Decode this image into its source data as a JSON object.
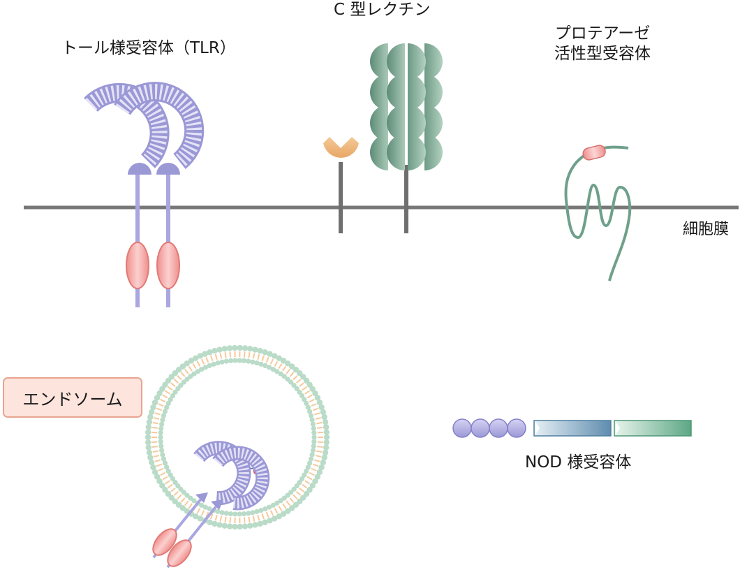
{
  "labels": {
    "tlr": "トール様受容体（TLR）",
    "c_type_lectin": "C 型レクチン",
    "par_line1": "プロテアーゼ",
    "par_line2": "活性型受容体",
    "cell_membrane": "細胞膜",
    "endosome": "エンドソーム",
    "nod": "NOD 様受容体"
  },
  "colors": {
    "membrane": "#757575",
    "tlr_purple": "#b0aee0",
    "tlr_purple_dark": "#8f8ccc",
    "tlr_pink": "#f5b8b6",
    "tlr_pink_edge": "#e07a76",
    "lectin_green": "#6e9c86",
    "lectin_orange": "#f1bd80",
    "par_green": "#6fa08b",
    "par_pink": "#f2a8a6",
    "lipid_head": "#b9dbc8",
    "lipid_tail": "#f6c99a",
    "nod_purple": "#aba8df",
    "nod_blue": "#6f97b4",
    "nod_green": "#6fae8e",
    "dna_red": "#e04b5a",
    "dna_blue": "#5671b0"
  },
  "icons": {
    "tlr": "tlr-dimer-icon",
    "lectin": "c-type-lectin-icon",
    "par": "protease-activated-receptor-icon",
    "endosome": "endosome-vesicle-icon",
    "nod": "nod-like-receptor-icon",
    "dna": "dna-helix-icon"
  }
}
